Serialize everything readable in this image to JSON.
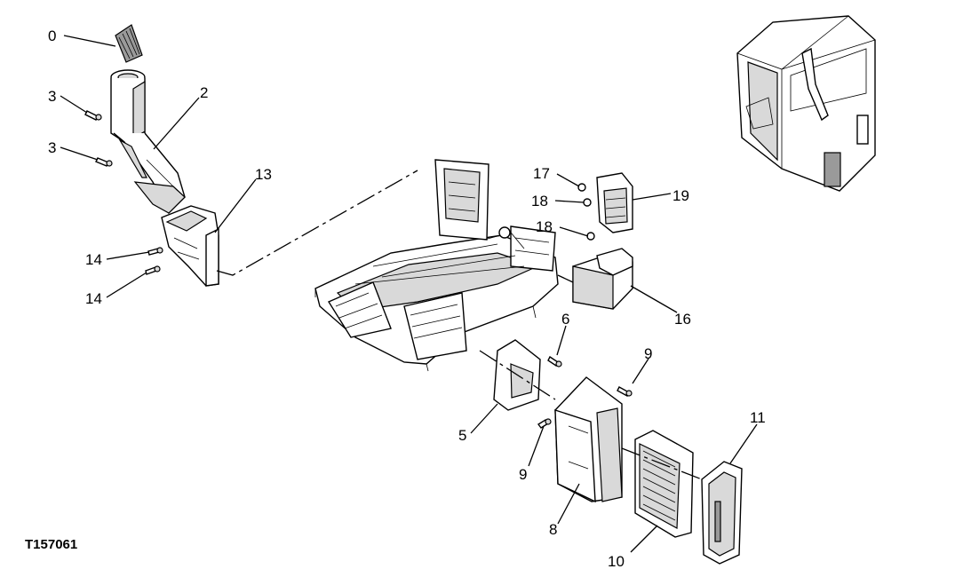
{
  "figure_id": "T157061",
  "callouts": {
    "c0": "0",
    "c2": "2",
    "c3a": "3",
    "c3b": "3",
    "c5": "5",
    "c6": "6",
    "c8": "8",
    "c9a": "9",
    "c9b": "9",
    "c10": "10",
    "c11": "11",
    "c13": "13",
    "c14a": "14",
    "c14b": "14",
    "c16": "16",
    "c17": "17",
    "c18a": "18",
    "c18b": "18",
    "c19": "19"
  }
}
